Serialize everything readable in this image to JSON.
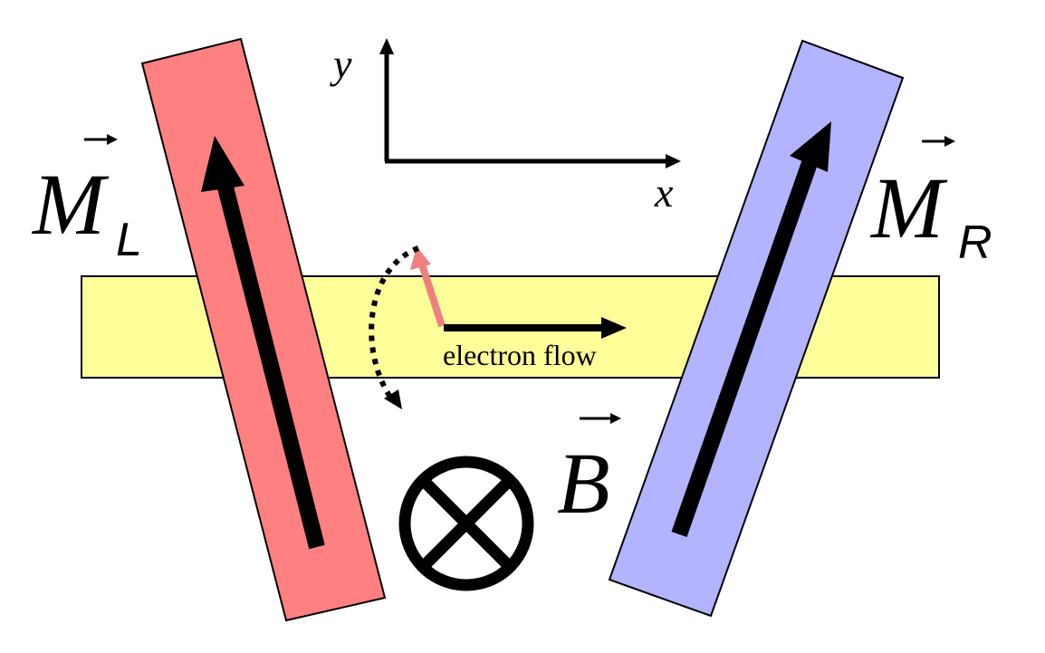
{
  "colors": {
    "background": "#ffffff",
    "channel_fill": "#ffff99",
    "left_magnet_fill": "#ff8080",
    "right_magnet_fill": "#b3b3ff",
    "spin_arrow": "#f08080",
    "ink": "#000000"
  },
  "labels": {
    "axis_y": "y",
    "axis_x": "x",
    "electron_flow": "electron flow",
    "left_magnetization_symbol": "M",
    "left_magnetization_subscript": "L",
    "right_magnetization_symbol": "M",
    "right_magnetization_subscript": "R",
    "field_symbol": "B"
  },
  "icons": {
    "field_direction": "into-page-circle-cross-icon",
    "precession": "dotted-curved-arrow-icon"
  }
}
